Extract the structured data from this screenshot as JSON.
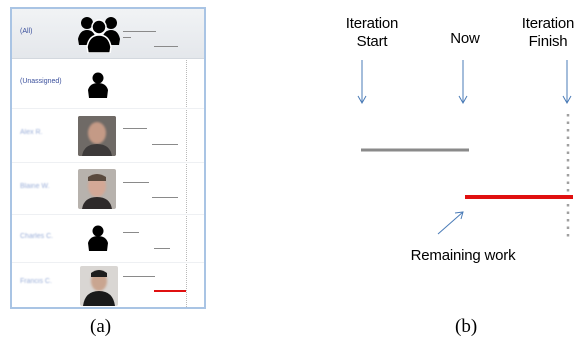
{
  "panel_a": {
    "rows": [
      {
        "name": "(All)",
        "blurred": false,
        "icon": "group-silhouette-icon"
      },
      {
        "name": "(Unassigned)",
        "blurred": false,
        "icon": "person-silhouette-icon"
      },
      {
        "name": "Alex R.",
        "blurred": true,
        "icon": "person-photo"
      },
      {
        "name": "Blaine W.",
        "blurred": true,
        "icon": "person-photo"
      },
      {
        "name": "Charles C.",
        "blurred": true,
        "icon": "person-silhouette-icon"
      },
      {
        "name": "Francis C.",
        "blurred": true,
        "icon": "person-photo"
      }
    ],
    "caption": "(a)"
  },
  "panel_b": {
    "label_start": "Iteration\nStart",
    "label_now": "Now",
    "label_finish": "Iteration\nFinish",
    "label_remaining": "Remaining work",
    "caption": "(b)"
  },
  "colors": {
    "panel_border": "#a9c4e4",
    "progress_line": "#8a8a8a",
    "remaining_line": "#e01010",
    "arrow": "#4a7bb7"
  }
}
